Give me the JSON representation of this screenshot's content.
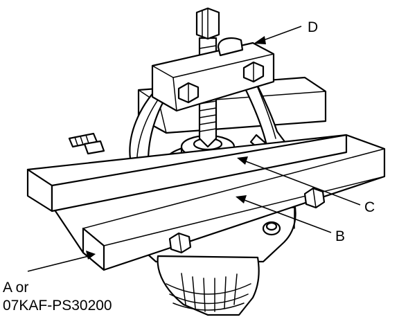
{
  "labels": {
    "a_line1": "A or",
    "a_line2": "07KAF-PS30200",
    "b": "B",
    "c": "C",
    "d": "D"
  },
  "colors": {
    "ink": "#000000",
    "paper": "#ffffff"
  }
}
